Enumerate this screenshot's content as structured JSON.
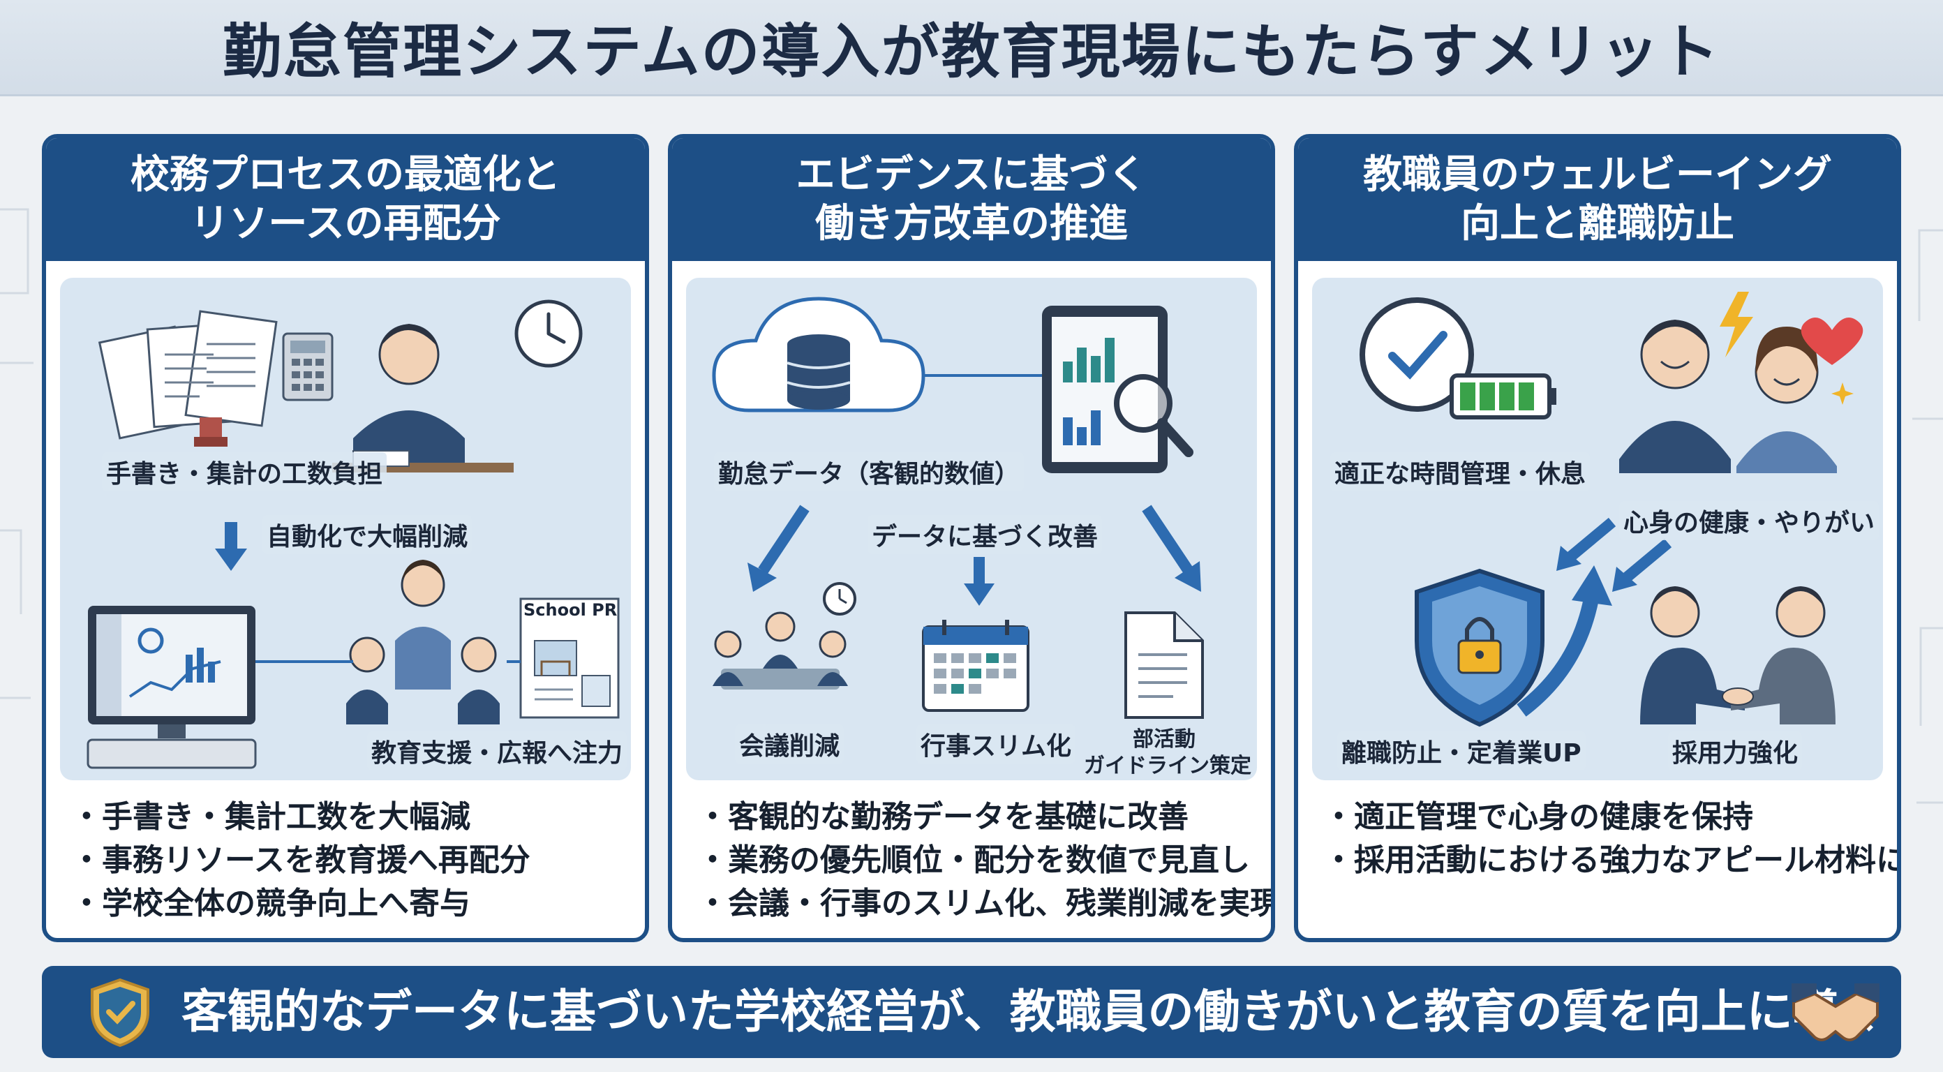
{
  "title": "勤怠管理システムの導入が教育現場にもたらすメリット",
  "panels": [
    {
      "heading_line1": "校務プロセスの最適化と",
      "heading_line2": "リソースの再配分",
      "labels": {
        "handwriting": "手書き・集計の工数負担",
        "automation": "自動化で大幅削減",
        "school_pr": "School PR",
        "focus": "教育支援・広報へ注力"
      },
      "bullets": [
        "手書き・集計工数を大幅減",
        "事務リソースを教育援へ再配分",
        "学校全体の競争向上へ寄与"
      ]
    },
    {
      "heading_line1": "エビデンスに基づく",
      "heading_line2": "働き方改革の推進",
      "labels": {
        "data": "勤怠データ（客観的数値）",
        "improve": "データに基づく改善",
        "meeting": "会議削減",
        "events": "行事スリム化",
        "club_line1": "部活動",
        "club_line2": "ガイドライン策定"
      },
      "bullets": [
        "客観的な勤務データを基礎に改善",
        "業務の優先順位・配分を数値で見直し",
        "会議・行事のスリム化、残業削減を実現"
      ]
    },
    {
      "heading_line1": "教職員のウェルビーイング",
      "heading_line2": "向上と離職防止",
      "labels": {
        "time": "適正な時間管理・休息",
        "health": "心身の健康・やりがい",
        "retention": "離職防止・定着業UP",
        "recruit": "採用力強化"
      },
      "bullets": [
        "適正管理で心身の健康を保持",
        "採用活動における強力なアピール材料に"
      ]
    }
  ],
  "footer": "客観的なデータに基づいた学校経営が、教職員の働きがいと教育の質を向上に導く",
  "colors": {
    "navy": "#1d4f86",
    "panel_bg": "#d9e6f2",
    "accent_gold": "#e8b64a",
    "accent_red": "#e24a4a"
  }
}
